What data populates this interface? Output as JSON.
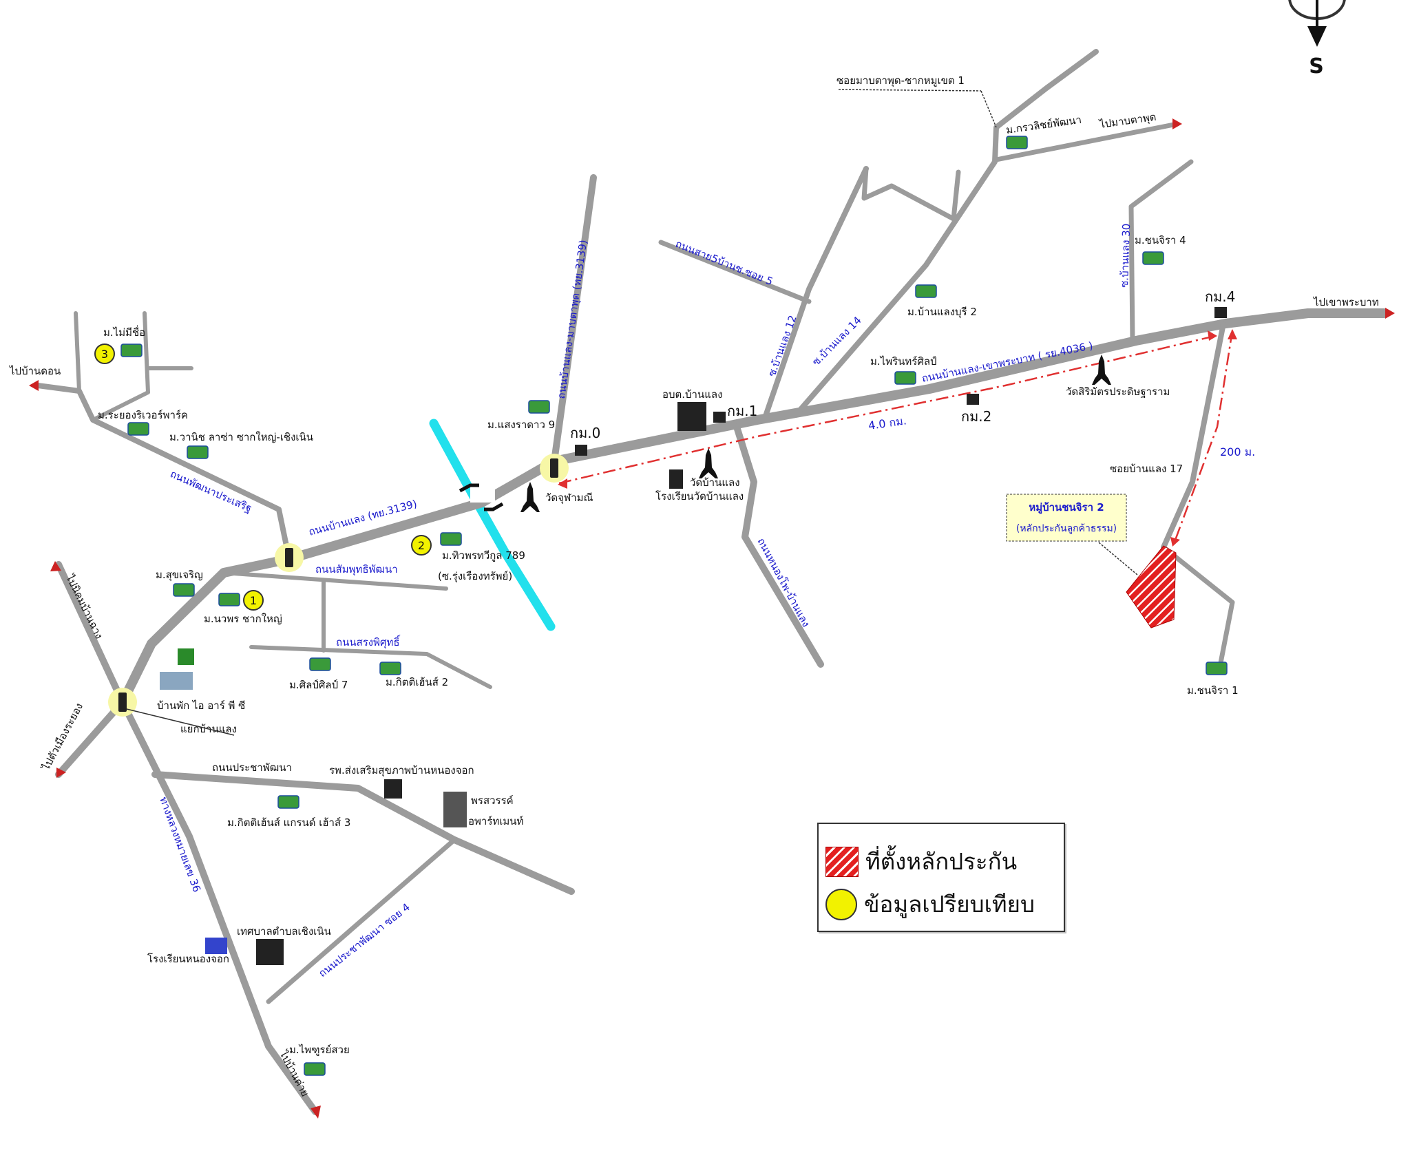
{
  "compass": {
    "label": "S"
  },
  "colors": {
    "road": "#9b9b9b",
    "road_label": "#1a1acc",
    "river": "#22e0ec",
    "route": "#e03030",
    "collateral": "#e32020",
    "comparable": "#f2f200"
  },
  "roads": {
    "main_3139": "ถนนบ้านแลง (ทย.3139)",
    "north_3139": "ถนนบ้านแลง-มาบตาพุด (ทย.3139)",
    "main_4036": "ถนนบ้านแลง-เขาพระบาท ( รย.4036 )",
    "soi_12": "ซ.บ้านแลง 12",
    "soi_14": "ซ.บ้านแลง 14",
    "soi_30": "ซ.บ้านแลง 30",
    "soi_17": "ซอยบ้านแลง 17",
    "sawang": "ถนนสาย5บ้านซ.ซอย 5",
    "nongpho": "ถนนหนองโพ-บ้านแลง",
    "phatthana": "ถนนพัฒนาประเสริฐ",
    "sampanthu": "ถนนสัมพุทธิพัฒนา",
    "songphon": "ถนนสรงพิศุทธิ์",
    "pracha1": "ถนนประชาพัฒนา",
    "pracha4": "ถนนประชาพัฒนา ซอย 4",
    "tl36": "ทางหลวงหมายเลข 36",
    "maptaphut1": "ซอยมาบตาพุด-ชากหมูเขต 1"
  },
  "directions": {
    "west": "ไปบ้านดอน",
    "east": "ไปเขาพระบาท",
    "northeast": "ไปมาบตาพุด",
    "southwest": "ไปตัวเมืองระยอง",
    "northwest": "ไปนิคมบ้านฉาง",
    "south": "ไปบ้านค่าย"
  },
  "km": {
    "k0": "กม.0",
    "k1": "กม.1",
    "k2": "กม.2",
    "k4": "กม.4"
  },
  "distances": {
    "main": "4.0 กม.",
    "soi": "200 ม."
  },
  "comparables": [
    {
      "num": "1",
      "label": "ม.นวพร ชากใหญ่"
    },
    {
      "num": "2",
      "label": "ม.ทิวพรทวีกูล 789"
    },
    {
      "num": "3",
      "label": "ม.ไม่มีชื่อ"
    }
  ],
  "places": {
    "riverside": "ม.ระยองริเวอร์พาร์ค",
    "vanich": "ม.วานิช ลาซ่า ซากใหญ่-เชิงเนิน",
    "sukcharoen": "ม.สุขเจริญ",
    "sewen": "ม.แสงราดาว 9",
    "tiwphon_sub": "(ซ.รุ่งเรืองทรัพย์)",
    "watchubtan": "วัดจุฬามณี",
    "obt": "อบต.บ้านแลง",
    "watbanlaeng": "วัดบ้านแลง",
    "school": "โรงเรียนวัดบ้านแลง",
    "sillapin7": "ม.ศิลป์ศิลป์ 7",
    "kitti2": "ม.กิตติเฮ้นส์ 2",
    "bankphak": "บ้านพัก ไอ อาร์ พี ซี",
    "yaek": "แยกบ้านแลง",
    "kritaphon": "ม.กรวลิชย์พัฒนา",
    "banlaengburi2": "ม.บ้านแลงบุรี 2",
    "pairinsin": "ม.ไพรินทร์ศิลป์",
    "wat_rat": "วัดสิริมัตรประดิษฐาราม",
    "chanchira4": "ม.ชนจิรา 4",
    "chanchira1": "ม.ชนจิรา 1",
    "subject_line1": "หมู่บ้านชนจิรา 2",
    "subject_line2": "(หลักประกันลูกค้าธรรม)",
    "rps": "รพ.ส่งเสริมสุขภาพบ้านหนองจอก",
    "kitti_grand": "ม.กิตติเฮ้นส์ แกรนด์ เฮ้าส์ 3",
    "pornsawan": "พรสวรรค์",
    "apartment": "อพาร์ทเมนท์",
    "tessaban": "เทศบาลตำบลเชิงเนิน",
    "school2": "โรงเรียนหนองจอก",
    "phunrasuk": "ม.ไพฑูรย์สวย"
  },
  "legend": {
    "collateral": "ที่ตั้งหลักประกัน",
    "comparable": "ข้อมูลเปรียบเทียบ"
  }
}
